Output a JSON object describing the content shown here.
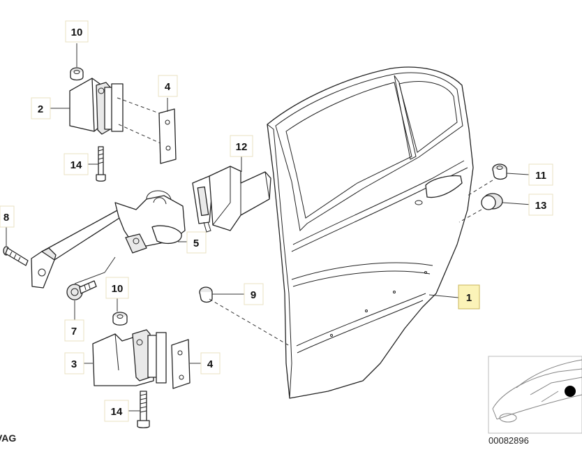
{
  "labels": {
    "l10a": "10",
    "l2": "2",
    "l4a": "4",
    "l14a": "14",
    "l12": "12",
    "l8": "8",
    "l5": "5",
    "l10b": "10",
    "l7": "7",
    "l9": "9",
    "l3": "3",
    "l4b": "4",
    "l14b": "14",
    "l11": "11",
    "l13": "13",
    "l1": "1"
  },
  "footer": {
    "left_text": "VAG",
    "diagram_number": "00082896"
  },
  "colors": {
    "highlight_label": "#fbf3b8",
    "label_border": "#e9e1c2",
    "marker_dot": "#000000"
  }
}
